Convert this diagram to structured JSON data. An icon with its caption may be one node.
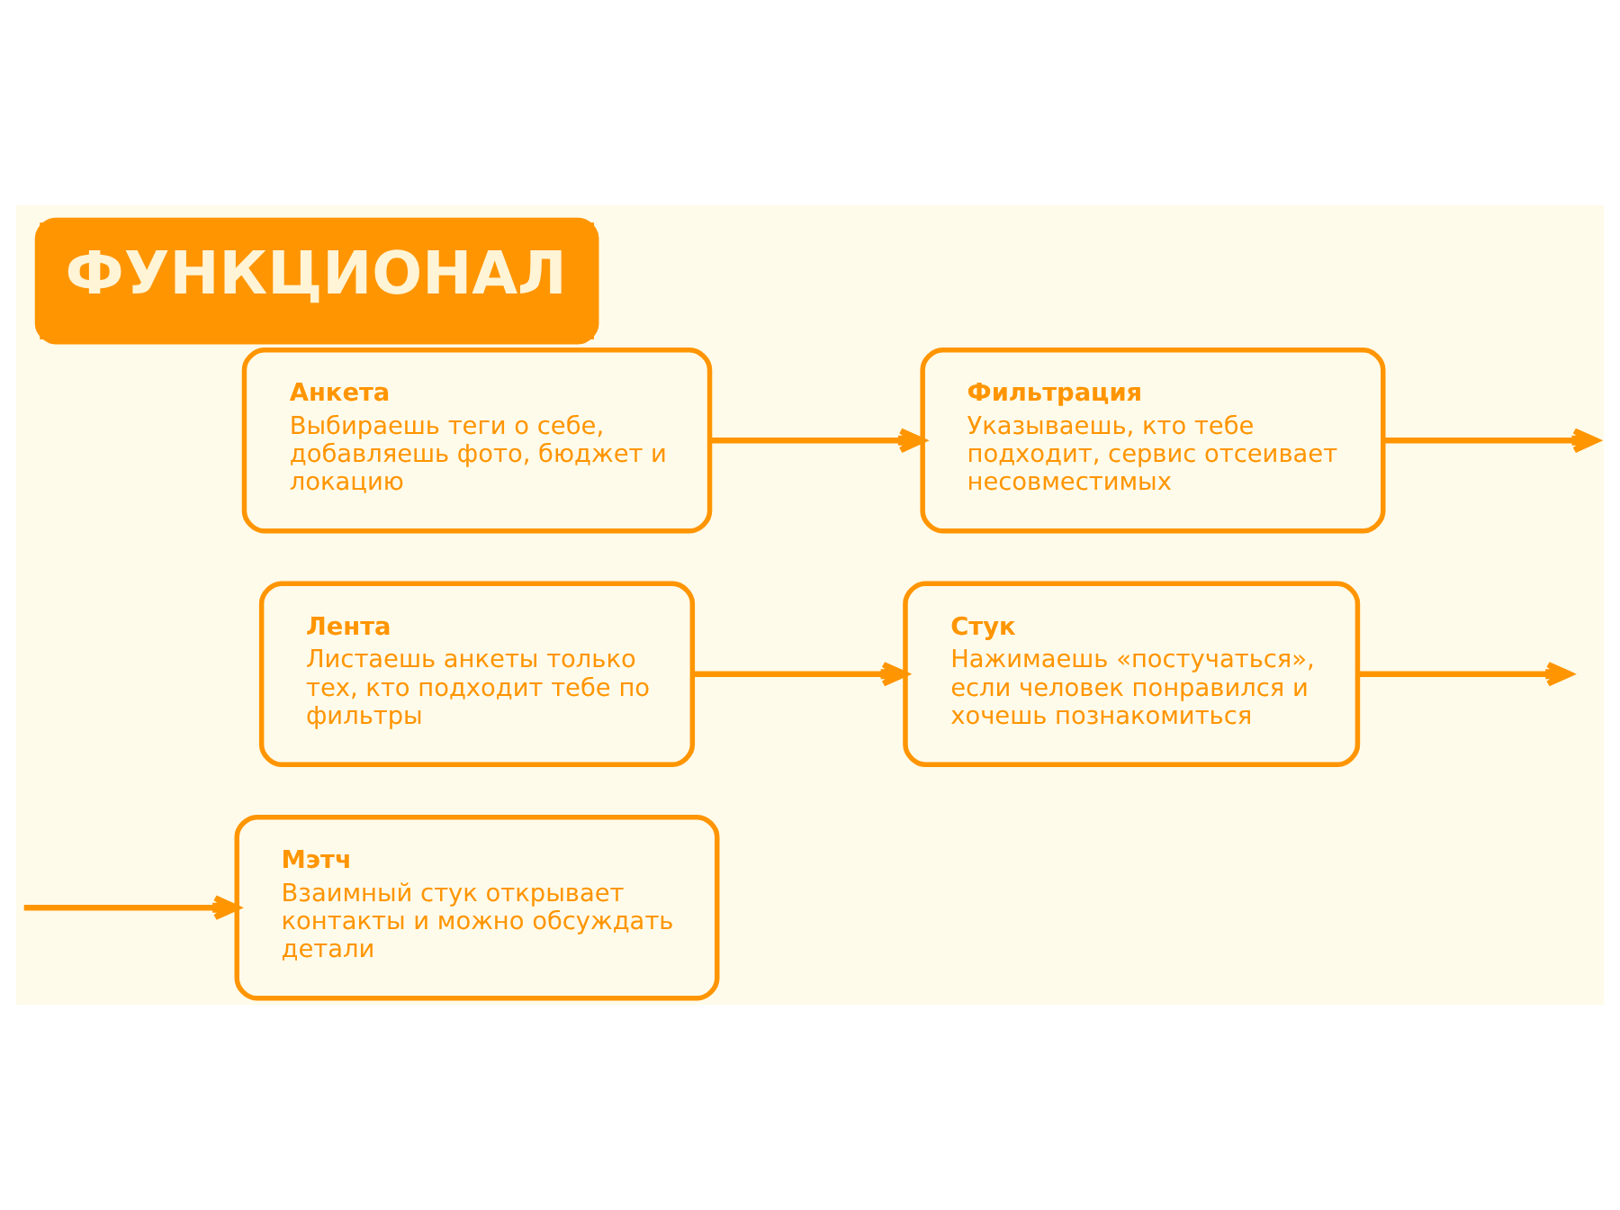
{
  "diagram": {
    "title": "ФУНКЦИОНАЛ",
    "nodes": [
      {
        "text": [
          "Анкета",
          "Выбираешь теги о себе, добавляешь фото, бюджет и локацию"
        ]
      },
      {
        "text": [
          "Фильтрация",
          "Указываешь, кто тебе подходит, сервис отсеивает несовместимых"
        ]
      },
      {
        "text": [
          "Лента",
          "Листаешь анкеты только тех, кто подходит тебе по фильтры"
        ]
      },
      {
        "text": [
          "Стук",
          "Нажимаешь «постучаться», если человек понравился и хочешь познакомиться"
        ]
      },
      {
        "text": [
          "Мэтч",
          "Взаимный стук открывает контакты и можно обсуждать детали"
        ]
      }
    ],
    "edges": [
      {
        "from": 0,
        "to": 1,
        "arrow": "to"
      },
      {
        "from": 1,
        "to": null,
        "arrow": "to"
      },
      {
        "from": 2,
        "to": 3,
        "arrow": "to"
      },
      {
        "from": 3,
        "to": null,
        "arrow": "to"
      },
      {
        "from": null,
        "to": 4,
        "arrow": "to"
      }
    ]
  }
}
